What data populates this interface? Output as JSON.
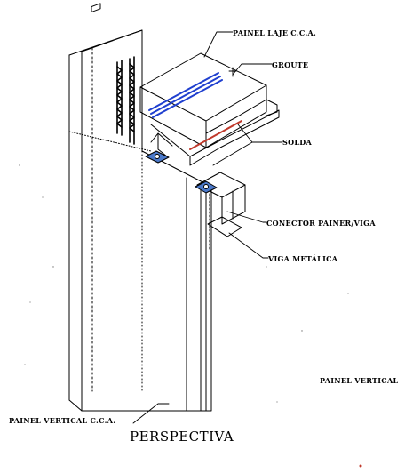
{
  "labels": {
    "painel_laje": "PAINEL LAJE C.C.A.",
    "groute": "GROUTE",
    "solda": "SOLDA",
    "conector": "CONECTOR PAINER/VIGA",
    "viga": "VIGA METÁLICA",
    "painel_vertical_right": "PAINEL VERTICAL",
    "painel_vertical_cca": "PAINEL VERTICAL C.C.A."
  },
  "title": "PERSPECTIVA",
  "colors": {
    "line": "#000000",
    "groute": "#1f3fcf",
    "solda": "#c0392b",
    "connector_plate": "#4a78c8"
  }
}
